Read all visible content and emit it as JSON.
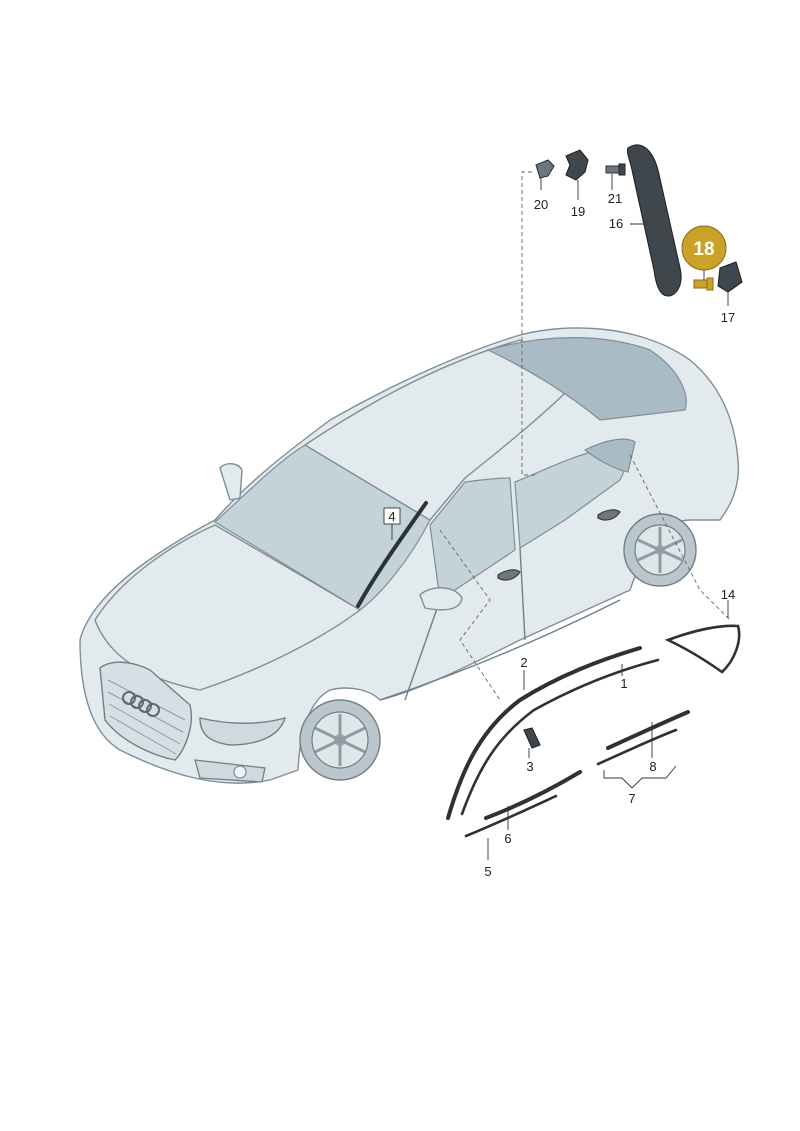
{
  "callouts": {
    "c1": "1",
    "c2": "2",
    "c3": "3",
    "c4": "4",
    "c5": "5",
    "c6": "6",
    "c7": "7",
    "c8": "8",
    "c14": "14",
    "c16": "16",
    "c17": "17",
    "c19": "19",
    "c20": "20",
    "c21": "21",
    "c18": "18"
  },
  "colors": {
    "highlight": "#c9a227",
    "line": "#333333",
    "car_body": "#e3eaee",
    "glass": "#c4d3da"
  }
}
